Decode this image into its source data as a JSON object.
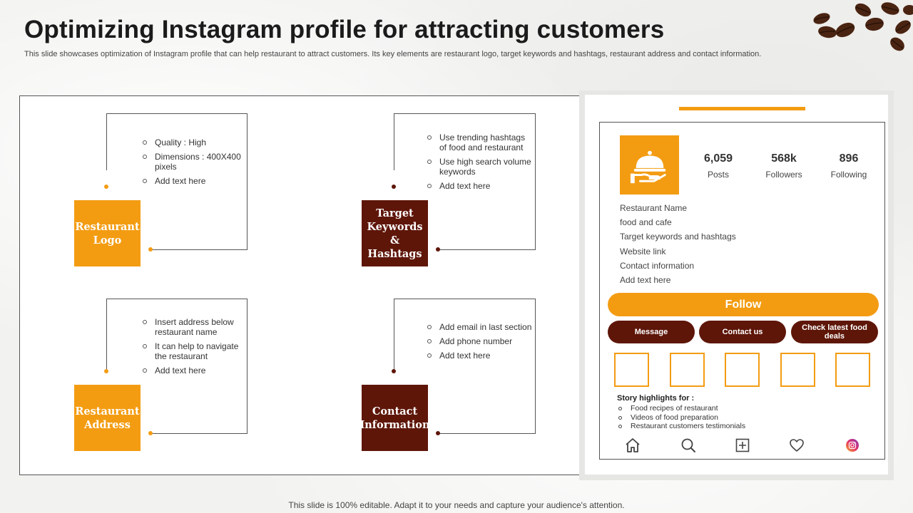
{
  "header": {
    "title": "Optimizing Instagram profile for attracting customers",
    "subtitle": "This slide showcases optimization of Instagram profile that can help restaurant to attract customers. Its key elements are restaurant logo, target keywords and hashtags, restaurant address and contact information."
  },
  "blocks": {
    "logo": {
      "label": "Restaurant Logo",
      "bullets": [
        "Quality : High",
        "Dimensions : 400X400 pixels",
        "Add text here"
      ]
    },
    "keywords": {
      "label": "Target Keywords & Hashtags",
      "bullets": [
        "Use trending hashtags of food and restaurant",
        "Use high search volume keywords",
        "Add text here"
      ]
    },
    "address": {
      "label": "Restaurant Address",
      "bullets": [
        "Insert address below restaurant name",
        "It can help to navigate the restaurant",
        "Add text here"
      ]
    },
    "contact": {
      "label": "Contact Information",
      "bullets": [
        "Add email in last section",
        "Add phone number",
        "Add text here"
      ]
    }
  },
  "profile": {
    "avatar_icon": "cloche-serving-hand-icon",
    "stats": [
      {
        "num": "6,059",
        "label": "Posts"
      },
      {
        "num": "568k",
        "label": "Followers"
      },
      {
        "num": "896",
        "label": "Following"
      }
    ],
    "bio": [
      "Restaurant Name",
      "food and cafe",
      "Target keywords and hashtags",
      "Website link",
      "Contact information",
      "Add text here"
    ],
    "follow_label": "Follow",
    "buttons": [
      "Message",
      "Contact us",
      "Check latest food deals"
    ],
    "story_title": "Story highlights for :",
    "stories": [
      "Food recipes of restaurant",
      "Videos of food preparation",
      "Restaurant customers testimonials"
    ],
    "nav_icons": [
      "home-icon",
      "search-icon",
      "add-post-icon",
      "heart-icon",
      "instagram-icon"
    ]
  },
  "colors": {
    "accent_orange": "#f39c12",
    "accent_brown": "#5e1609"
  },
  "footer": {
    "note": "This slide is 100% editable. Adapt it to your needs and capture your audience's attention."
  }
}
